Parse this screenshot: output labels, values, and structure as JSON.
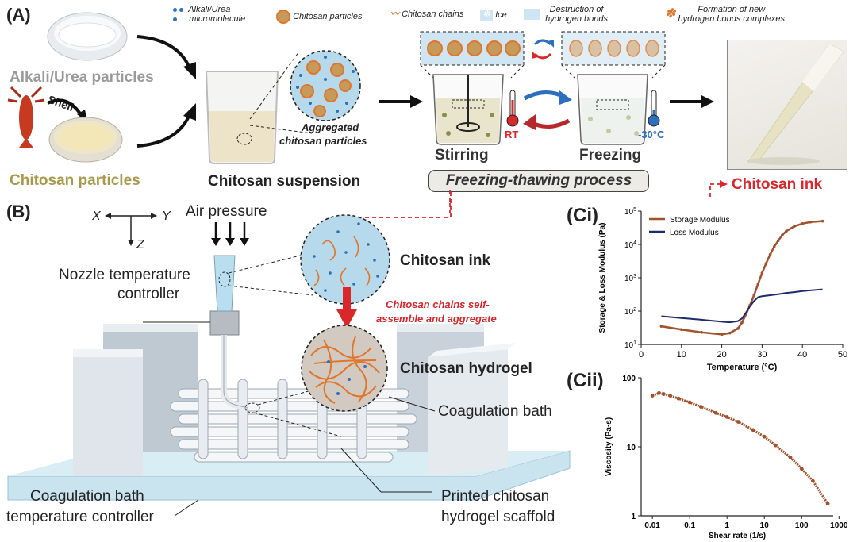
{
  "panelA": {
    "label": "(A)",
    "alkali_label": "Alkali/Urea particles",
    "chitosan_label": "Chitosan particles",
    "shell_label": "Shell",
    "suspension_label": "Chitosan suspension",
    "aggregated_label_1": "Aggregated",
    "aggregated_label_2": "chitosan particles",
    "stirring_label": "Stirring",
    "freezing_label": "Freezing",
    "rt_label": "RT",
    "temp_label": "-30°C",
    "process_label": "Freezing-thawing process",
    "ink_label": "Chitosan ink",
    "legend": {
      "alkali_1": "Alkali/Urea",
      "alkali_2": "micromolecule",
      "particles": "Chitosan particles",
      "chains": "Chitosan chains",
      "ice": "Ice",
      "destruction_1": "Destruction of",
      "destruction_2": "hydrogen bonds",
      "formation_1": "Formation of new",
      "formation_2": "hydrogen bonds complexes"
    },
    "colors": {
      "alkali": "#9a9a9a",
      "chitosan": "#a89a4a",
      "red": "#d8282c",
      "blue": "#2c6fbf"
    }
  },
  "panelB": {
    "label": "(B)",
    "axis_x": "X",
    "axis_y": "Y",
    "axis_z": "Z",
    "air_pressure": "Air pressure",
    "nozzle_1": "Nozzle temperature",
    "nozzle_2": "controller",
    "ink_label": "Chitosan ink",
    "self_assemble_1": "Chitosan chains self-",
    "self_assemble_2": "assemble and aggregate",
    "hydrogel_label": "Chitosan hydrogel",
    "coag_bath": "Coagulation bath",
    "coag_temp_1": "Coagulation bath",
    "coag_temp_2": "temperature controller",
    "printed_1": "Printed chitosan",
    "printed_2": "hydrogel scaffold"
  },
  "panelCi": {
    "label": "(Ci)",
    "chart_data": {
      "type": "line",
      "xlabel": "Temperature (°C)",
      "ylabel": "Storage & Loss Modulus (Pa)",
      "xlim": [
        0,
        50
      ],
      "ylim": [
        10,
        100000
      ],
      "yscale": "log",
      "xticks": [
        "0",
        "10",
        "20",
        "30",
        "40",
        "50"
      ],
      "yticks": [
        "10^1",
        "10^2",
        "10^3",
        "10^4",
        "10^5"
      ],
      "legend_position": "top-left",
      "series": [
        {
          "name": "Storage Modulus",
          "color": "#a0522d",
          "x": [
            5,
            10,
            15,
            20,
            22,
            24,
            25,
            26,
            27,
            28,
            29,
            30,
            31,
            32,
            33,
            34,
            35,
            36,
            38,
            40,
            42,
            45
          ],
          "y": [
            35,
            28,
            23,
            20,
            22,
            30,
            45,
            80,
            150,
            300,
            650,
            1400,
            2700,
            5000,
            8500,
            13000,
            19000,
            25000,
            35000,
            42000,
            47000,
            50000
          ]
        },
        {
          "name": "Loss Modulus",
          "color": "#1f2a6e",
          "x": [
            5,
            10,
            15,
            20,
            22,
            24,
            25,
            26,
            27,
            28,
            29,
            30,
            32,
            34,
            36,
            38,
            40,
            42,
            45
          ],
          "y": [
            70,
            62,
            55,
            48,
            46,
            50,
            60,
            90,
            140,
            200,
            260,
            280,
            300,
            320,
            350,
            370,
            400,
            420,
            450
          ]
        }
      ]
    }
  },
  "panelCii": {
    "label": "(Cii)",
    "chart_data": {
      "type": "scatter",
      "xlabel": "Shear rate (1/s)",
      "ylabel": "Viscosity (Pa·s)",
      "xscale": "log",
      "yscale": "log",
      "xlim": [
        0.005,
        700
      ],
      "ylim": [
        1,
        100
      ],
      "xticks": [
        "0.01",
        "0.1",
        "1",
        "10",
        "100",
        "1000"
      ],
      "yticks": [
        "1",
        "10",
        "100"
      ],
      "series": [
        {
          "color": "#a0522d",
          "x": [
            0.01,
            0.015,
            0.02,
            0.03,
            0.05,
            0.1,
            0.2,
            0.5,
            1,
            2,
            5,
            10,
            20,
            50,
            100,
            200,
            500
          ],
          "y": [
            55,
            60,
            58,
            55,
            50,
            44,
            38,
            31,
            27,
            23,
            17.5,
            14,
            10.5,
            7,
            4.8,
            3.2,
            1.5
          ]
        }
      ]
    }
  }
}
